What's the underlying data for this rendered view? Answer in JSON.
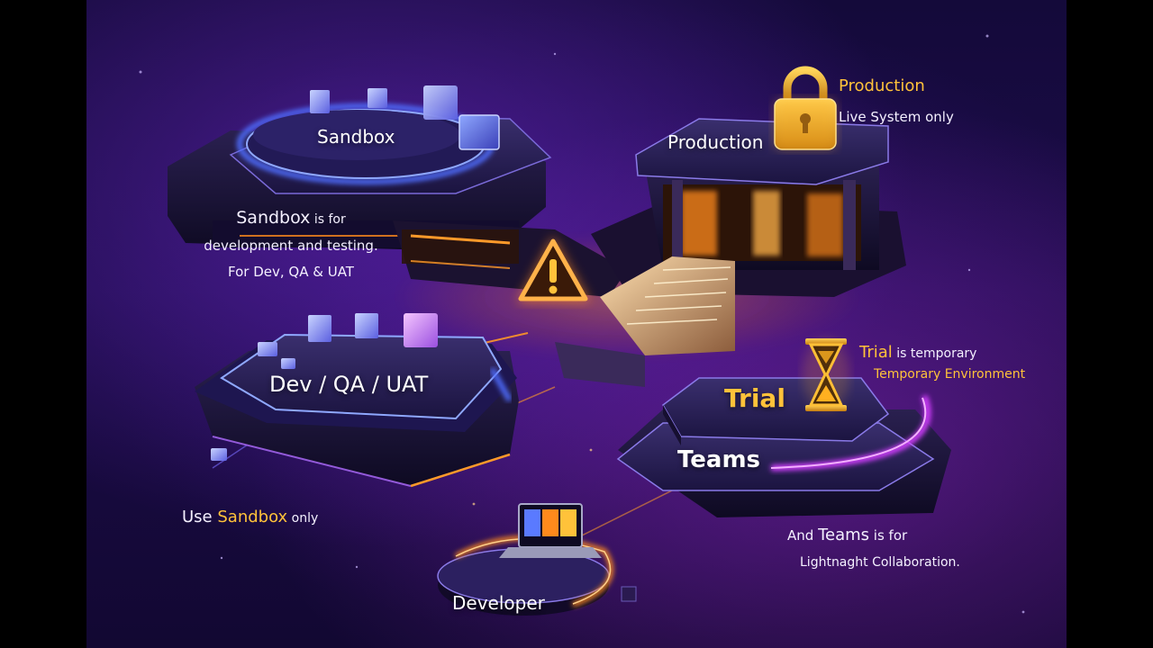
{
  "platforms": {
    "sandbox": "Sandbox",
    "dev_qa_uat": "Dev / QA / UAT",
    "production": "Production",
    "trial": "Trial",
    "teams": "Teams",
    "developer": "Developer"
  },
  "notes": {
    "sandbox_word": "Sandbox",
    "sandbox_rest": " is for",
    "sandbox_line2": "development and testing.",
    "sandbox_line3": "For Dev, QA & UAT",
    "use_word": "Use ",
    "use_highlight": "Sandbox",
    "use_rest": " only",
    "production_title": "Production",
    "production_subtitle": "Live System only",
    "trial_word": "Trial",
    "trial_rest": " is temporary",
    "trial_subtitle": "Temporary Environment",
    "teams_prefix": "And ",
    "teams_word": "Teams",
    "teams_rest": " is for",
    "teams_line2": "Lightnaght Collaboration."
  },
  "colors": {
    "accent_yellow": "#ffc23a",
    "glow_orange": "#ff8a1c",
    "glow_blue": "#4f6dff",
    "glow_magenta": "#d23cff"
  },
  "icons": [
    "padlock-icon",
    "warning-icon",
    "hourglass-icon",
    "laptop-icon"
  ]
}
